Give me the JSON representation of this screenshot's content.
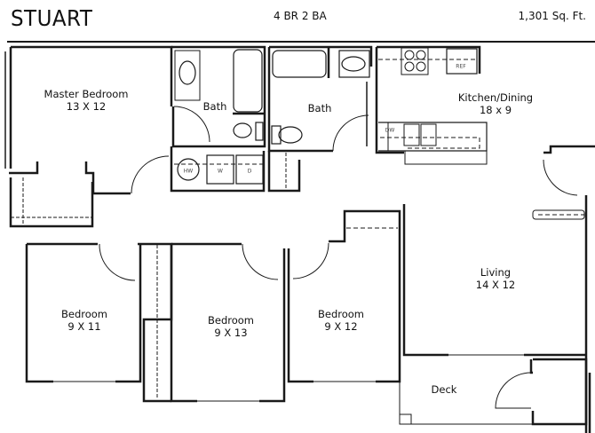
{
  "header": {
    "title": "STUART",
    "layout": "4 BR 2 BA",
    "area": "1,301 Sq. Ft."
  },
  "rooms": [
    {
      "name": "Master Bedroom",
      "size": "13 X 12"
    },
    {
      "name": "Bath",
      "size": ""
    },
    {
      "name": "Bath",
      "size": ""
    },
    {
      "name": "Kitchen/Dining",
      "size": "18 x 9"
    },
    {
      "name": "Living",
      "size": "14 X 12"
    },
    {
      "name": "Bedroom",
      "size": "9 X 11"
    },
    {
      "name": "Bedroom",
      "size": "9 X 13"
    },
    {
      "name": "Bedroom",
      "size": "9 X 12"
    },
    {
      "name": "Deck",
      "size": ""
    }
  ],
  "fixtures": {
    "water_heater": "HW",
    "washer": "W",
    "dryer": "D",
    "dishwasher": "DW",
    "refrigerator": "REF"
  },
  "colors": {
    "wall": "#1a1a1a",
    "fixture": "#555555",
    "background": "#ffffff"
  }
}
